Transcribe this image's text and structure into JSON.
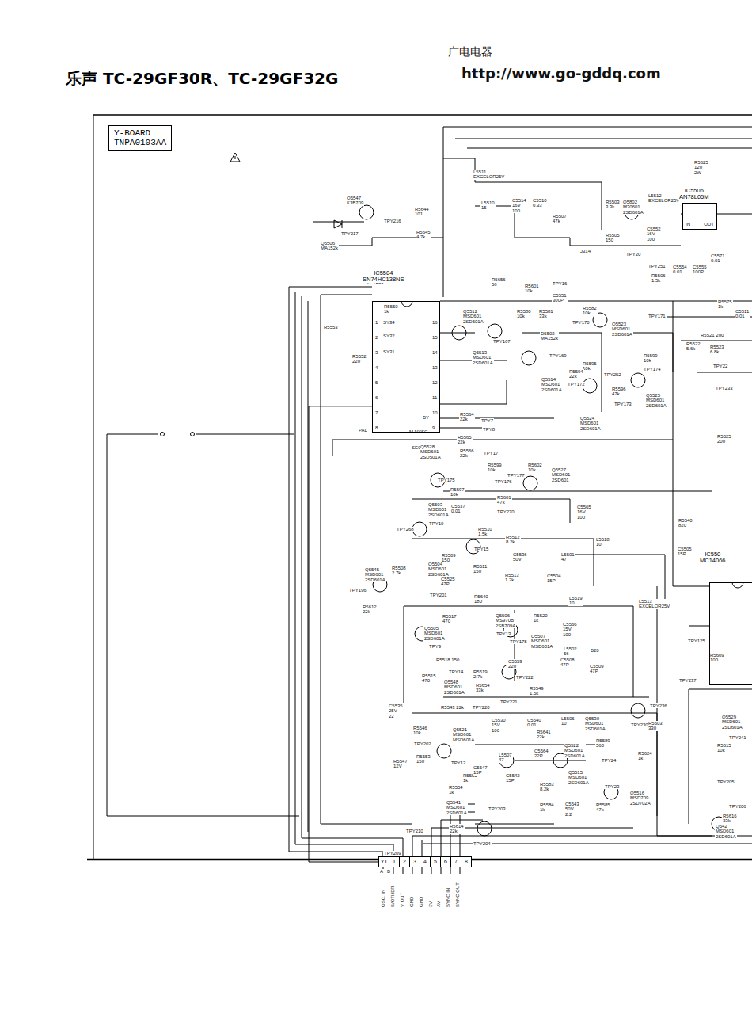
{
  "diagram": {
    "title": "乐声 TC-29GF30R、TC-29GF32G",
    "nodes": [
      {
        "text": [
          "Y-BOARD TNPA0103AA"
        ]
      },
      {
        "text": [
          "IC5504 SN74HC138NS"
        ]
      },
      {
        "text": [
          "IC5506 AN78L05M",
          "IN",
          "OUT"
        ]
      },
      {
        "text": [
          "IC550 MC14066"
        ]
      },
      {
        "text": [
          "Y1",
          "1",
          "2",
          "3",
          "4",
          "5",
          "6",
          "7",
          "8"
        ]
      }
    ],
    "edges": [
      {
        "from": 4,
        "to": 1,
        "arrow": "none"
      }
    ],
    "labels": [
      "广电电器",
      "http://www.go-gddq.com",
      "Q5547 K3B709",
      "R5644 101",
      "TPY216",
      "TPY217",
      "R5645 4.7k",
      "Q5506 MA152k",
      "L5511 EXCELOR25V",
      "L5510 15",
      "C5514 16V 100",
      "C5510 0.33",
      "R5507 47k",
      "R5503 3.3k",
      "Q5802 M30601 2SD601A",
      "J314",
      "R5505 150",
      "TPY20",
      "TPY251",
      "R5506 1.5k",
      "C5554 0.01",
      "C5555 100P",
      "C5552 16V 100",
      "L5512 EXCELOR25V",
      "R5625 120 2W",
      "C5571 0.01",
      "R5656 56",
      "R5601 10k",
      "TPY16",
      "C5551 300P",
      "TPY250",
      "R5550 1k",
      "R5553",
      "SY34",
      "SY32",
      "SY31",
      "R5552 220",
      "PAL",
      "BY",
      "M NYSC",
      "SECAN",
      "R5564 22k",
      "R5565 22k",
      "R5566 22k",
      "TPY7",
      "TPY8",
      "TPY17",
      "Q5512 MSD601 2SD501A",
      "Q5513 MSD601 2SD601A",
      "TPY167",
      "R5580 10k",
      "R5581 33k",
      "D5502 MA152k",
      "TPY169",
      "Q5514 MSD601 2SD601A",
      "TPY170",
      "R5582 10k",
      "Q5523 MSD601 2SD601A",
      "TPY171",
      "R5599 10k",
      "TPY174",
      "R5595 10k",
      "R5594 22k",
      "TPY172",
      "TPY252",
      "R5596 47k",
      "TPY173",
      "Q5524 MSD601 2SD601A",
      "Q5525 MSD601 2SD601A",
      "R5575 1k",
      "C5511 0.01",
      "R5521 200",
      "R5522 5.6k",
      "R5523 6.8k",
      "TPY22",
      "TPY233",
      "R5525 200",
      "Q5528 MSD601 2SD501A",
      "R5599 10k",
      "TPY177",
      "R5602 10k",
      "TPY175",
      "TPY176",
      "Q5527 MSD601 2SD601",
      "R5597 10k",
      "R5601 47k",
      "TPY270",
      "C5537 0.01",
      "TPY268",
      "Q5503 MSD601 2SD601A",
      "TPY10",
      "R5510 1.5k",
      "TPY15",
      "R5512 8.2k",
      "C5565 16V 100",
      "L5518 10",
      "R5509 150",
      "Q5504 MSD601 2SD601A",
      "C5536 50V",
      "L5501 47",
      "R5508 2.7k",
      "Q5545 MSD601 2SD601A",
      "C5525 47P",
      "R5511 150",
      "R5513 1.2k",
      "C5504 15P",
      "TPY196",
      "R5612 22k",
      "TPY201",
      "R5640 180",
      "L5519 10",
      "R5517 470",
      "Q5506 MS970B 2SB709A",
      "R5520 1k",
      "Q5505 MSD601 2SD601A",
      "TPY13",
      "TPY178",
      "Q5507 MSD601 MSD601A",
      "C5566 15V 100",
      "L5502 56",
      "TPY9",
      "R5518 150",
      "TPY14",
      "R5519 2.7k",
      "C5508 47P",
      "B20",
      "C5509 47P",
      "R5515 470",
      "Q5548 MSD601 2SD601A",
      "R5654 33k",
      "C5559 220",
      "TPY221",
      "TPY222",
      "R5549 1.5k",
      "R5543 22k",
      "TPY220",
      "L5513 EXCELOR25V",
      "R5540 820",
      "C5505 15P",
      "TPY125",
      "R5609 100",
      "TPY237",
      "C5535 25V 22",
      "R5546 10k",
      "TPY202",
      "R5547 12V",
      "R5553 150",
      "Q5521 MSD601 MSD601A",
      "C5530 15V 100",
      "C5540 0.01",
      "L5506 10",
      "Q5530 MSD601 2SD601A",
      "TPY236",
      "R5641 22k",
      "TPY12",
      "L5507 47",
      "C5564 22P",
      "Q5522 MSD601 2SD601A",
      "R5589 560",
      "TPY230",
      "R5603 330",
      "R5624 1k",
      "TPY24",
      "R5555 1k",
      "R5554 1k",
      "C5547 15P",
      "C5542 15P",
      "R5583 8.2k",
      "Q5515 MSD601 2SD601A",
      "TPY23",
      "Q5516 MSD709 2SD702A",
      "R5584 1k",
      "C5543 50V 2.2",
      "R5585 47k",
      "Q5541 MSD601 2SD601A",
      "TPY203",
      "R5614 22k",
      "TPY204",
      "Q5529 MSD601 2SD601A",
      "TPY241",
      "R5615 10k",
      "TPY205",
      "TPY206",
      "R5616 33k",
      "Q542 MSD601 2SD601A",
      "TPY209",
      "TPY210",
      "A",
      "B",
      "OSC. IN",
      "S/OTHER",
      "V OUT",
      "GND",
      "GND",
      "3V",
      "AV",
      "SYNC IN",
      "SYNC OUT",
      "1",
      "2",
      "3",
      "4",
      "5",
      "6",
      "7",
      "8",
      "16",
      "15",
      "14",
      "13",
      "12",
      "11",
      "10",
      "9"
    ]
  }
}
